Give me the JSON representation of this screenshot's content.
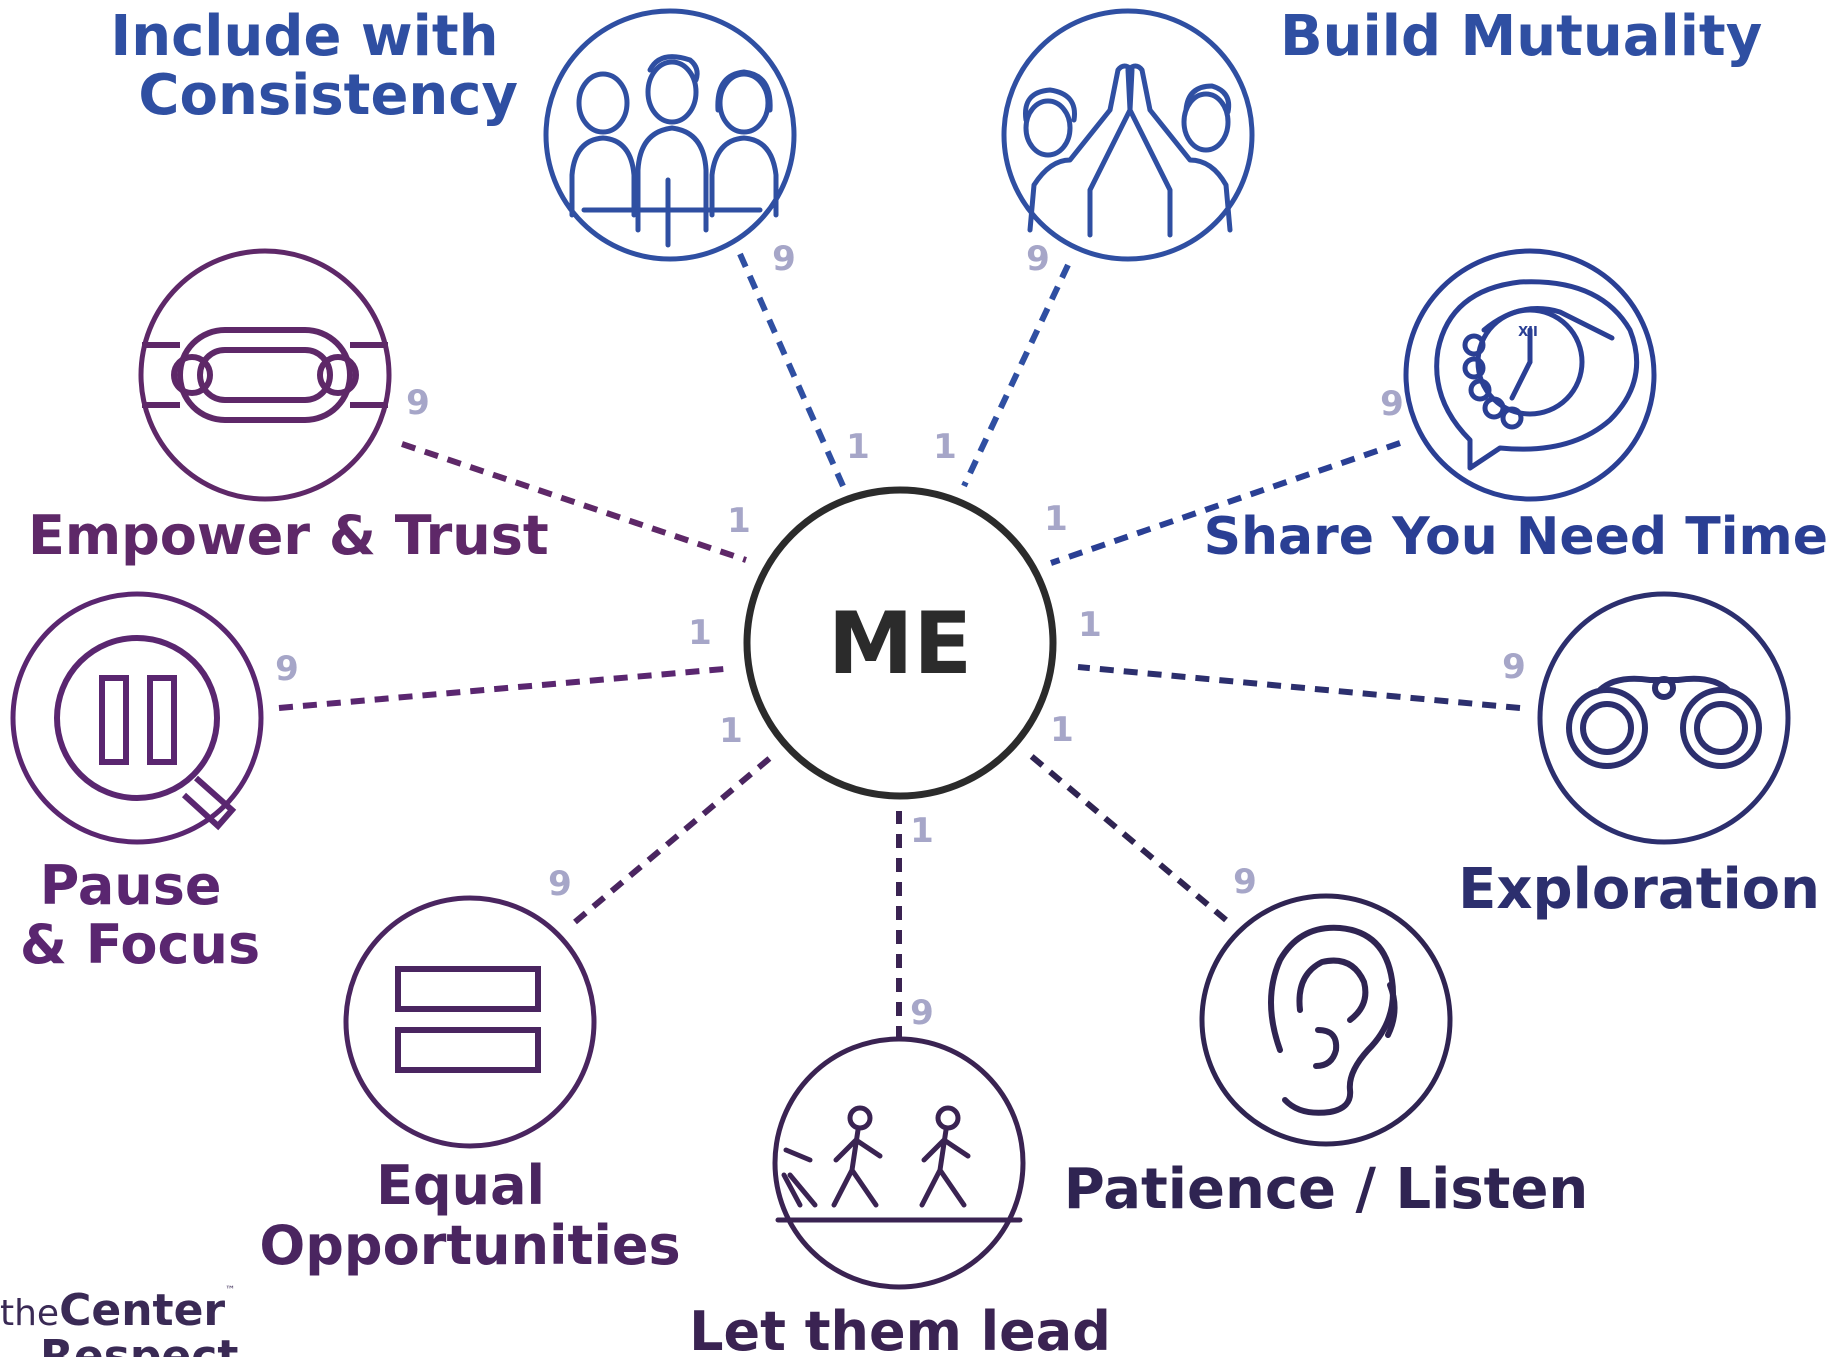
{
  "center": {
    "label": "ME"
  },
  "scale": {
    "inner": "1",
    "outer": "9"
  },
  "nodes": [
    {
      "id": "include",
      "title": [
        "Include with",
        "Consistency"
      ],
      "icon": "three-people-icon",
      "color": "#2f4fa2"
    },
    {
      "id": "mutuality",
      "title": [
        "Build Mutuality"
      ],
      "icon": "high-five-icon",
      "color": "#2f4fa2"
    },
    {
      "id": "time",
      "title": [
        "Share You Need Time"
      ],
      "icon": "clock-speech-bubble-icon",
      "color": "#2a3f94"
    },
    {
      "id": "exploration",
      "title": [
        "Exploration"
      ],
      "icon": "binoculars-icon",
      "color": "#2c2f6e"
    },
    {
      "id": "patience",
      "title": [
        "Patience / Listen"
      ],
      "icon": "ear-icon",
      "color": "#2f2452"
    },
    {
      "id": "lead",
      "title": [
        "Let them lead"
      ],
      "icon": "walking-people-icon",
      "color": "#3a2352"
    },
    {
      "id": "equal",
      "title": [
        "Equal",
        "Opportunities"
      ],
      "icon": "equals-sign-icon",
      "color": "#4a2560"
    },
    {
      "id": "pause",
      "title": [
        "Pause",
        "& Focus"
      ],
      "icon": "pause-icon",
      "color": "#5a2670"
    },
    {
      "id": "empower",
      "title": [
        "Empower & Trust"
      ],
      "icon": "chain-link-icon",
      "color": "#5e2868"
    }
  ],
  "logo": {
    "prefix": "the",
    "name": "Center",
    "trademark": "™",
    "line2": "Respect"
  },
  "colors": {
    "center_ring": "#2b2b2b",
    "scale_number": "#a6a6c8"
  }
}
